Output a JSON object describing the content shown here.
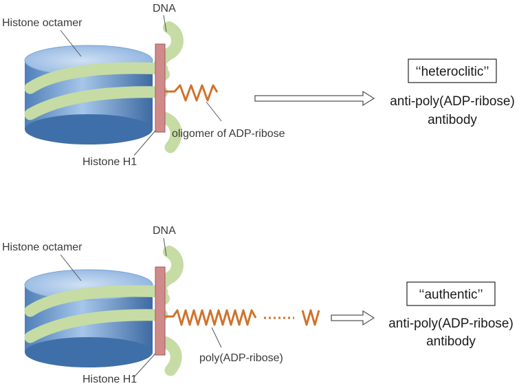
{
  "colors": {
    "histone_side_light": "#9fc2e8",
    "histone_side_dark": "#3f6fa8",
    "histone_top": "#b9d3ee",
    "dna": "#c6dca4",
    "dna_edge": "#aac883",
    "histone_h1": "#d08a8a",
    "histone_h1_edge": "#9a5a5a",
    "polymer": "#d0722c",
    "arrow": "#555555"
  },
  "top_panel": {
    "dna_label": "DNA",
    "histone_octamer_label": "Histone octamer",
    "histone_h1_label": "Histone H1",
    "chain_label": "oligomer of ADP-ribose",
    "boxed_term": "‘‘heteroclitic’’",
    "antibody_line1": "anti-poly(ADP-ribose)",
    "antibody_line2": "antibody"
  },
  "bottom_panel": {
    "dna_label": "DNA",
    "histone_octamer_label": "Histone octamer",
    "histone_h1_label": "Histone H1",
    "chain_label": "poly(ADP-ribose)",
    "boxed_term": "‘‘authentic’’",
    "antibody_line1": "anti-poly(ADP-ribose)",
    "antibody_line2": "antibody"
  }
}
